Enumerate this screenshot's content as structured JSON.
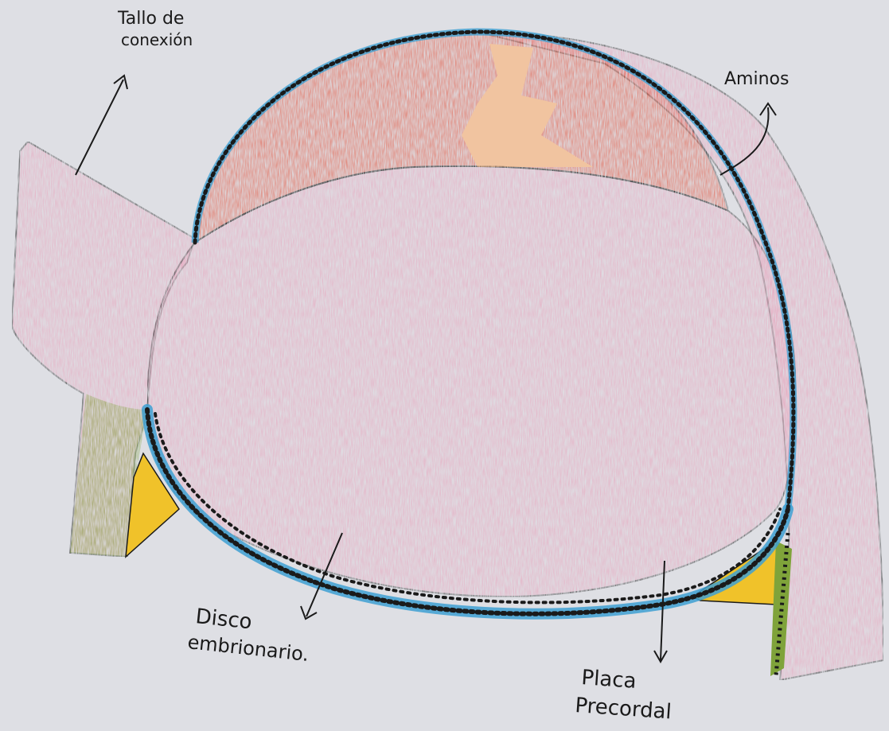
{
  "diagram": {
    "labels": {
      "tallo_line1": "Tallo de",
      "tallo_line2": "conexión",
      "aminos": "Aminos",
      "disco_line1": "Disco",
      "disco_line2": "embrionario.",
      "placa_line1": "Placa",
      "placa_line2": "Precordal"
    },
    "colors": {
      "paper": "#dedfe4",
      "pink": "#e8a2bb",
      "red": "#e2513a",
      "peach": "#f1c4a0",
      "blue": "#3ea0d2",
      "yellow": "#f0c22a",
      "green": "#7fa33a",
      "ink": "#1a1a1a"
    }
  }
}
